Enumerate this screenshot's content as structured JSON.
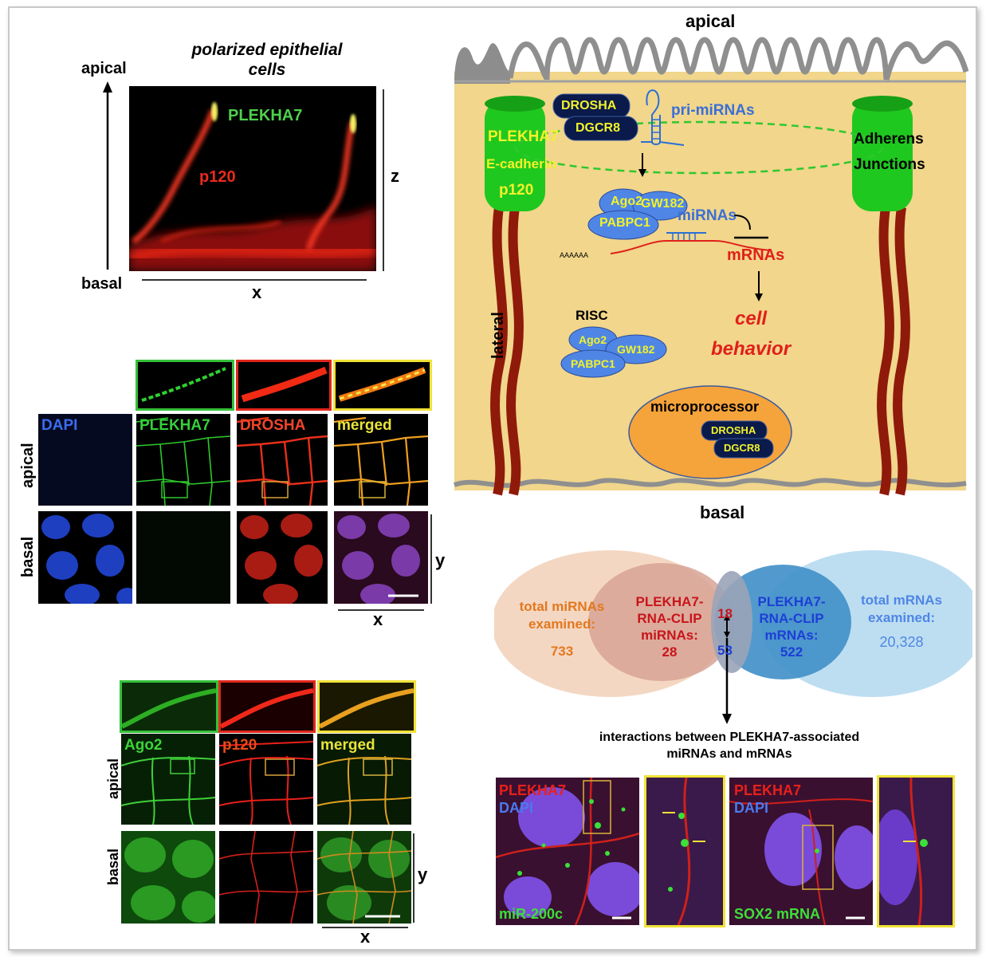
{
  "top_left": {
    "title_line1": "polarized epithelial",
    "title_line2": "cells",
    "apical": "apical",
    "basal": "basal",
    "x_axis": "x",
    "z_axis": "z",
    "plekha7": "PLEKHA7",
    "p120": "p120"
  },
  "mid_left": {
    "channels": [
      "DAPI",
      "PLEKHA7",
      "DROSHA",
      "merged"
    ],
    "rows": [
      "apical",
      "basal"
    ],
    "y_axis": "y",
    "x_axis": "x"
  },
  "bottom_left": {
    "channels": [
      "Ago2",
      "p120",
      "merged"
    ],
    "rows": [
      "apical",
      "basal"
    ],
    "y_axis": "y",
    "x_axis": "x"
  },
  "cell_diagram": {
    "apical": "apical",
    "basal": "basal",
    "lateral": "lateral",
    "left_junction": [
      "PLEKHA7",
      "E-cadherin",
      "p120"
    ],
    "right_junction": [
      "Adherens",
      "Junctions"
    ],
    "drosha": "DROSHA",
    "dgcr8": "DGCR8",
    "pri_mirnas": "pri-miRNAs",
    "ago2": "Ago2",
    "gw182": "GW182",
    "pabpc1": "PABPC1",
    "mirnas": "miRNAs",
    "mrnas": "mRNAs",
    "polya": "AAAAAA",
    "cell_behavior_1": "cell",
    "cell_behavior_2": "behavior",
    "risc": "RISC",
    "microprocessor": "microprocessor"
  },
  "venn": {
    "left_label": [
      "total miRNAs",
      "examined:"
    ],
    "left_value": "733",
    "inner_left_label": [
      "PLEKHA7-",
      "RNA-CLIP",
      "miRNAs:"
    ],
    "inner_left_value": "28",
    "overlap_top": "18",
    "overlap_bottom": "53",
    "inner_right_label": [
      "PLEKHA7-",
      "RNA-CLIP",
      "mRNAs:"
    ],
    "inner_right_value": "522",
    "right_label": [
      "total mRNAs",
      "examined:"
    ],
    "right_value": "20,328",
    "caption_1": "interactions between PLEKHA7-associated",
    "caption_2": "miRNAs and mRNAs",
    "colors": {
      "left": "#f3d5bf",
      "inner_left": "#d9a89c",
      "right": "#bfe0f0",
      "inner_right": "#3f93c8",
      "orange": "#e2781f",
      "red": "#c8151b",
      "blue": "#1c3fd6",
      "lightblue": "#4f86e6"
    }
  },
  "fish": {
    "left_labels": [
      "PLEKHA7",
      "DAPI",
      "miR-200c"
    ],
    "right_labels": [
      "PLEKHA7",
      "DAPI",
      "SOX2 mRNA"
    ]
  }
}
